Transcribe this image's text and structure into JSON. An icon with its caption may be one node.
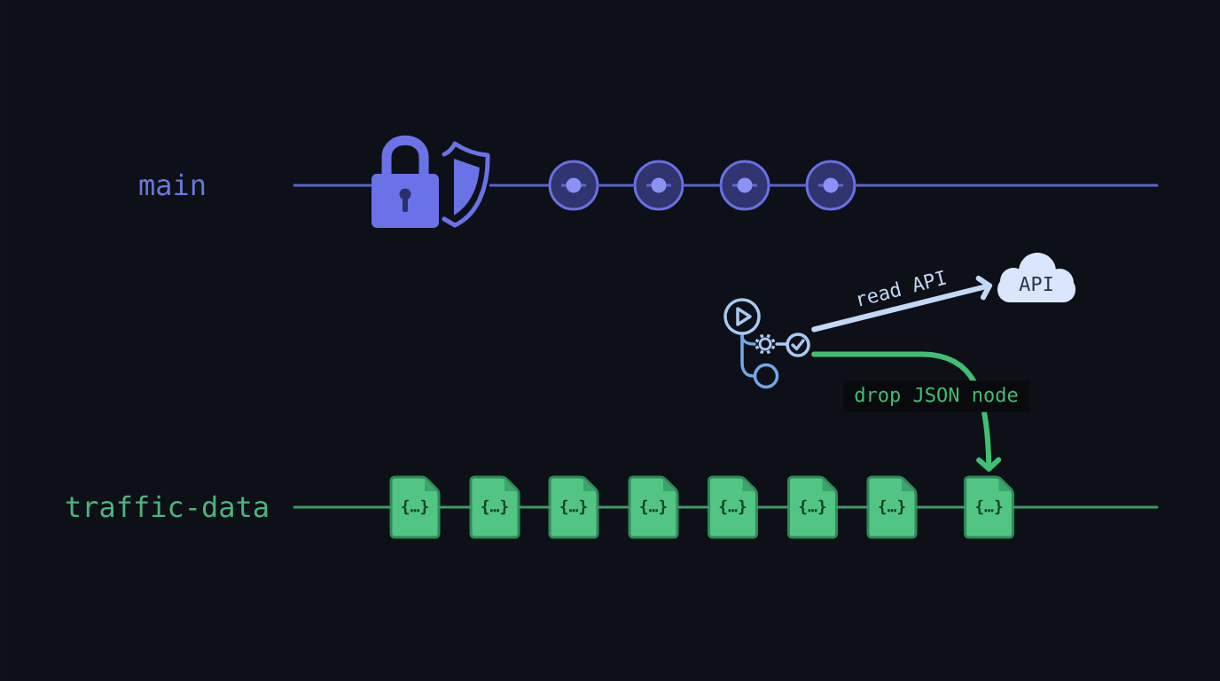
{
  "diagram": {
    "nodes": [
      {
        "text": [],
        "shape": "picture"
      },
      {
        "text": [],
        "shape": "circle"
      },
      {
        "text": [],
        "shape": "circle"
      },
      {
        "text": [],
        "shape": "circle"
      },
      {
        "text": [],
        "shape": "circle"
      },
      {
        "text": [],
        "shape": "picture"
      },
      {
        "text": [
          "API"
        ]
      },
      {
        "text": [
          "{…}"
        ]
      },
      {
        "text": [
          "{…}"
        ]
      },
      {
        "text": [
          "{…}"
        ]
      },
      {
        "text": [
          "{…}"
        ]
      },
      {
        "text": [
          "{…}"
        ]
      },
      {
        "text": [
          "{…}"
        ]
      },
      {
        "text": [
          "{…}"
        ]
      },
      {
        "text": [
          "{…}"
        ]
      }
    ],
    "edges": [
      {
        "from": null,
        "to": 0,
        "arrow": "none",
        "color": "#5a63d6"
      },
      {
        "from": 0,
        "to": 1,
        "arrow": "none",
        "color": "#5a63d6"
      },
      {
        "from": 1,
        "to": 2,
        "arrow": "none",
        "color": "#5a63d6"
      },
      {
        "from": 2,
        "to": 3,
        "arrow": "none",
        "color": "#5a63d6"
      },
      {
        "from": 3,
        "to": 4,
        "arrow": "none",
        "color": "#5a63d6"
      },
      {
        "from": 4,
        "to": null,
        "arrow": "none",
        "color": "#5a63d6"
      },
      {
        "from": 5,
        "to": 6,
        "arrow": "to",
        "label": "read API",
        "style": "thick",
        "color": "#c3d8f5"
      },
      {
        "from": 5,
        "to": 14,
        "arrow": "to",
        "label": "drop JSON node",
        "style": "thick",
        "color": "#40bf73"
      },
      {
        "from": null,
        "to": 7,
        "arrow": "none"
      },
      {
        "from": 7,
        "to": 8,
        "arrow": "none"
      },
      {
        "from": 8,
        "to": 9,
        "arrow": "none"
      },
      {
        "from": 9,
        "to": 10,
        "arrow": "none"
      },
      {
        "from": 10,
        "to": 11,
        "arrow": "none"
      },
      {
        "from": 11,
        "to": 12,
        "arrow": "none"
      },
      {
        "from": 12,
        "to": 13,
        "arrow": "none"
      },
      {
        "from": 13,
        "to": 14,
        "arrow": "none"
      },
      {
        "from": 14,
        "to": null,
        "arrow": "none"
      }
    ],
    "labels": [
      "main",
      "traffic-data"
    ]
  }
}
